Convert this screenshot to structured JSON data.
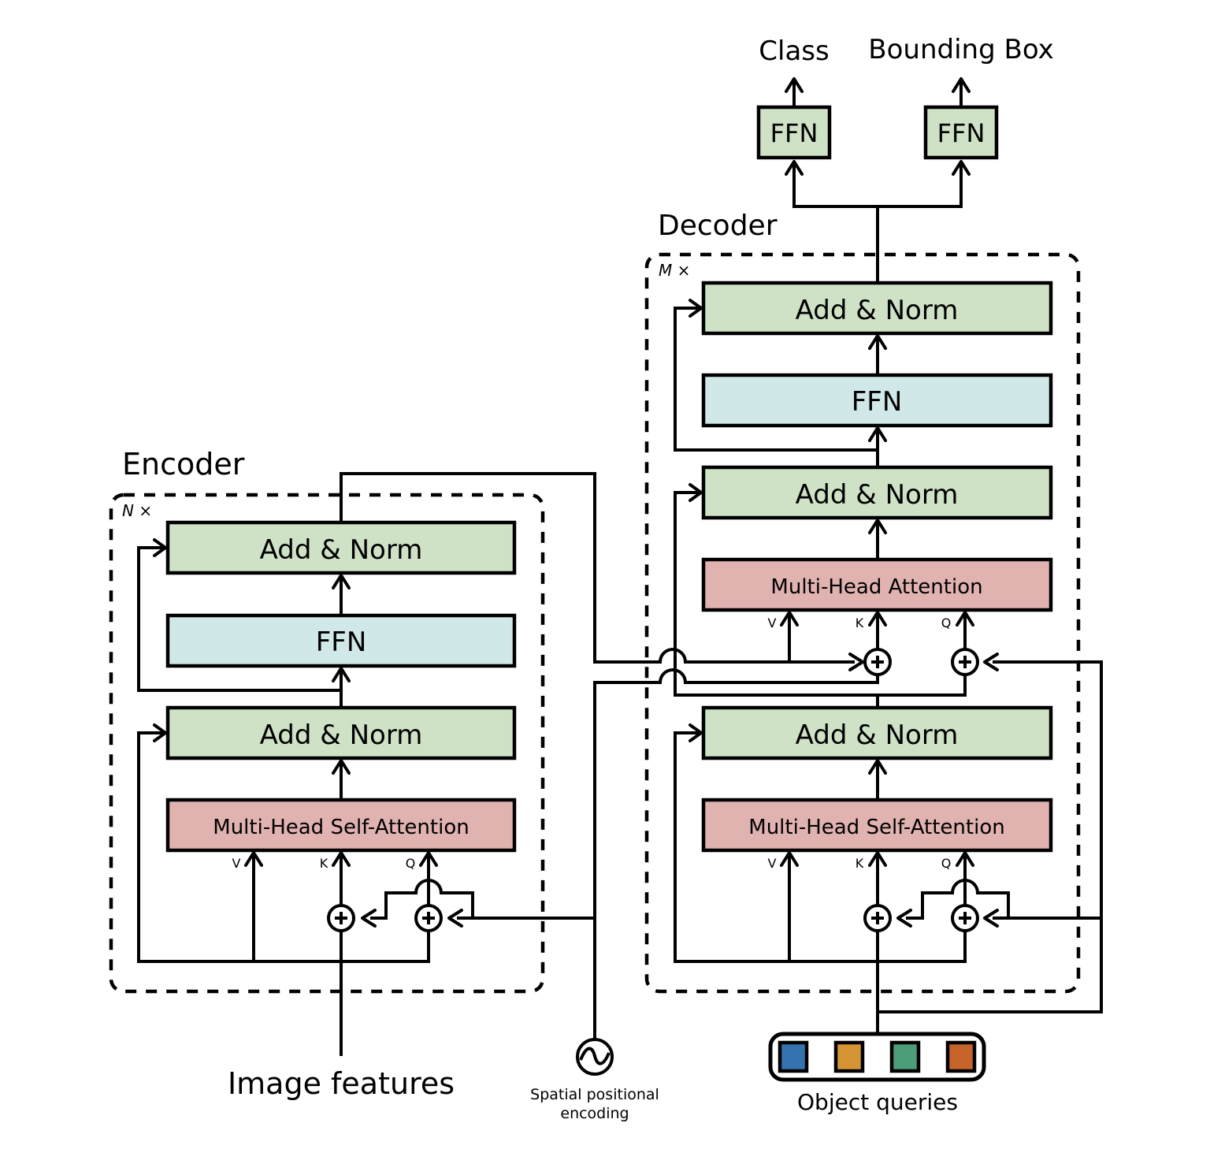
{
  "colors": {
    "add_norm": "#cfe2c6",
    "ffn": "#d0e8e8",
    "attention": "#e0b2b0",
    "query_swatches": [
      "#3572b0",
      "#d69535",
      "#4c9e78",
      "#c6632b"
    ]
  },
  "encoder": {
    "title": "Encoder",
    "repeat": "N ×",
    "add_norm_top": "Add & Norm",
    "ffn": "FFN",
    "add_norm_bottom": "Add & Norm",
    "self_attention": "Multi-Head  Self-Attention",
    "v": "V",
    "k": "K",
    "q": "Q"
  },
  "decoder": {
    "title": "Decoder",
    "repeat": "M ×",
    "add_norm_top": "Add & Norm",
    "ffn": "FFN",
    "add_norm_mid": "Add & Norm",
    "cross_attention": "Multi-Head  Attention",
    "cross_v": "V",
    "cross_k": "K",
    "cross_q": "Q",
    "add_norm_bottom": "Add & Norm",
    "self_attention": "Multi-Head  Self-Attention",
    "self_v": "V",
    "self_k": "K",
    "self_q": "Q"
  },
  "heads": {
    "class_ffn": "FFN",
    "bbox_ffn": "FFN",
    "class_label": "Class",
    "bbox_label": "Bounding Box"
  },
  "inputs": {
    "image_features": "Image features",
    "positional_line1": "Spatial  positional",
    "positional_line2": "encoding",
    "object_queries": "Object  queries"
  }
}
